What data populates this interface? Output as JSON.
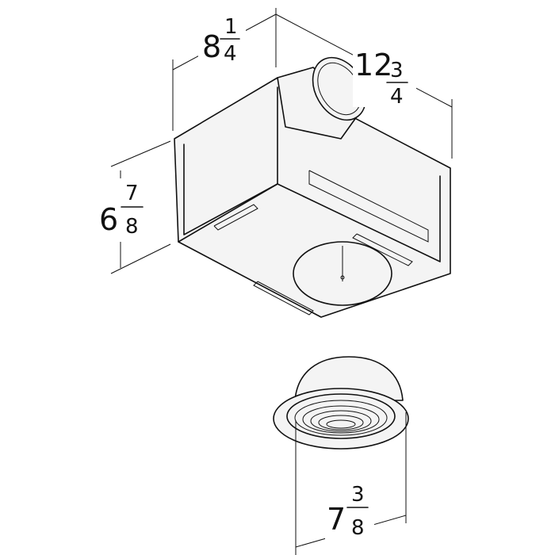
{
  "dimensions": {
    "width": {
      "whole": "8",
      "num": "1",
      "den": "4"
    },
    "length": {
      "whole": "12",
      "num": "3",
      "den": "4"
    },
    "height": {
      "whole": "6",
      "num": "7",
      "den": "8"
    },
    "grille_diameter": {
      "whole": "7",
      "num": "3",
      "den": "8"
    }
  },
  "colors": {
    "line": "#111111",
    "background": "#ffffff"
  }
}
